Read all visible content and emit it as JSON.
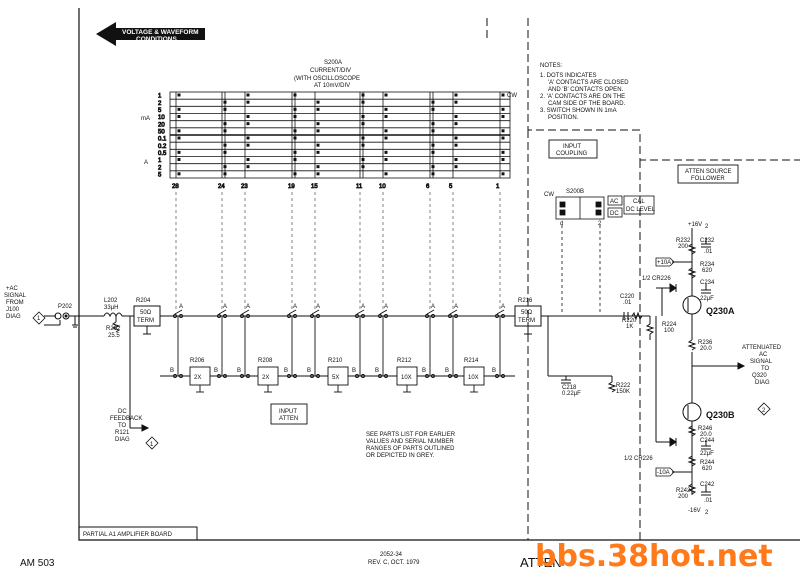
{
  "banner": {
    "text_1": "VOLTAGE & WAVEFORM",
    "text_2": "CONDITIONS"
  },
  "notes": {
    "heading": "NOTES:",
    "n1a": "1. DOTS INDICATES",
    "n1b": "'A' CONTACTS ARE CLOSED",
    "n1c": "AND 'B' CONTACTS OPEN.",
    "n2a": "2. 'A' CONTACTS ARE ON THE",
    "n2b": "CAM SIDE OF THE BOARD.",
    "n3a": "3. SWITCH SHOWN IN 1mA",
    "n3b": "POSITION."
  },
  "switch_s200a": {
    "ref": "S200A",
    "title": "CURRENT/DIV",
    "sub_1": "(WITH OSCILLOSCOPE",
    "sub_2": "AT 10mV/DIV",
    "cw": "CW",
    "unit_ma": "mA",
    "unit_a": "A",
    "rows": [
      "1",
      "2",
      "5",
      "10",
      "20",
      "50",
      "0.1",
      "0.2",
      "0.5",
      "1",
      "2",
      "5"
    ],
    "contacts": [
      "28",
      "24",
      "23",
      "19",
      "15",
      "11",
      "10",
      "6",
      "5",
      "1"
    ]
  },
  "switch_s200b": {
    "ref": "S200B",
    "cw": "CW",
    "ac": "AC",
    "dc": "DC",
    "cal": "CAL",
    "dc_level": "DC LEVEL",
    "contacts": [
      "d",
      "2"
    ]
  },
  "boxes": {
    "input_coupling_1": "INPUT",
    "input_coupling_2": "COUPLING",
    "atten_source_1": "ATTEN SOURCE",
    "atten_source_2": "FOLLOWER",
    "input_atten_1": "INPUT",
    "input_atten_2": "ATTEN"
  },
  "input": {
    "signal_lines": [
      "+AC",
      "SIGNAL",
      "FROM",
      "J100",
      "DIAG"
    ],
    "signal_ref": "1",
    "p202": "P202",
    "l202": "L202",
    "l202_val": "33μH",
    "r202": "R202",
    "r202_val": "25.5",
    "r204": "R204",
    "term_a": "50Ω",
    "term_b": "TERM",
    "feedback_lines": [
      "DC",
      "FEEDBACK",
      "TO",
      "R121",
      "DIAG"
    ],
    "feedback_ref": "1"
  },
  "attenuators": [
    {
      "ref": "R206",
      "label": "2X"
    },
    {
      "ref": "R208",
      "label": "2X"
    },
    {
      "ref": "R210",
      "label": "5X"
    },
    {
      "ref": "R212",
      "label": "10X"
    },
    {
      "ref": "R214",
      "label": "10X"
    }
  ],
  "mid": {
    "r216": "R216",
    "term_a": "50Ω",
    "term_b": "TERM",
    "c218": "C218",
    "c218_val": "0.22μF",
    "r222": "R222",
    "r222_val": "150K",
    "c220": "C220",
    "c220_val": ".01",
    "r220": "R220",
    "r220_val": "1K",
    "r224": "R224",
    "r224_val": "100"
  },
  "follower": {
    "plus16": "+16V",
    "plus16_sub": "2",
    "r232": "R232",
    "r232_val": "200",
    "c232": "C232",
    "c232_val": ".01",
    "tag_10a": "+10A",
    "r234": "R234",
    "r234_val": "620",
    "c234": "C234",
    "c234_val": "22μF",
    "cr226_top": "1/2 CR226",
    "q230a": "Q230A",
    "r236": "R236",
    "r236_val": "20.0",
    "out_lines": [
      "ATTENUATED",
      "AC",
      "SIGNAL",
      "TO",
      "Q320",
      "DIAG"
    ],
    "out_ref": "2",
    "q230b": "Q230B",
    "r246": "R246",
    "r246_val": "20.0",
    "c244": "C244",
    "c244_val": "22μF",
    "r244": "R244",
    "r244_val": "620",
    "cr226_bot": "1/2 CR226",
    "tag_10b": "-10A",
    "r242": "R242",
    "r242_val": "200",
    "c242": "C242",
    "c242_val": ".01",
    "minus16": "-16V",
    "minus16_sub": "2"
  },
  "parts_note": [
    "SEE PARTS LIST FOR EARLIER",
    "VALUES AND SERIAL NUMBER",
    "RANGES OF PARTS OUTLINED",
    "OR DEPICTED IN GREY."
  ],
  "footer": {
    "board": "PARTIAL A1 AMPLIFIER BOARD",
    "model": "AM 503",
    "doc": "2052-34",
    "rev": "REV. C, OCT. 1979",
    "title_partial": "ATTEN",
    "watermark": "bbs.38hot.net"
  }
}
